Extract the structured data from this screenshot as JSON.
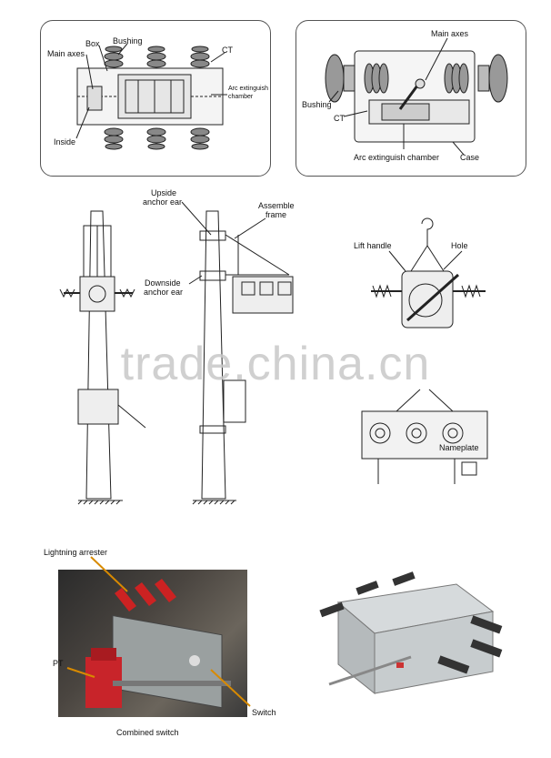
{
  "top_left_labels": {
    "box": "Box",
    "bushing": "Bushing",
    "main_axes": "Main axes",
    "ct": "CT",
    "arc_chamber_1": "Arc extinguish",
    "arc_chamber_2": "chamber",
    "inside": "Inside"
  },
  "top_right_labels": {
    "main_axes": "Main axes",
    "bushing": "Bushing",
    "ct": "CT",
    "arc_chamber": "Arc extinguish chamber",
    "case": "Case"
  },
  "middle_labels": {
    "upside_1": "Upside",
    "upside_2": "anchor ear",
    "assemble_1": "Assemble",
    "assemble_2": "frame",
    "downside_1": "Downside",
    "downside_2": "anchor ear",
    "lift_handle": "Lift handle",
    "hole": "Hole",
    "nameplate": "Nameplate"
  },
  "watermark": "trade.china.cn",
  "bottom_labels": {
    "lightning_arrester": "Lightning arrester",
    "pt": "PT",
    "switch": "Switch",
    "combined_switch": "Combined switch"
  }
}
